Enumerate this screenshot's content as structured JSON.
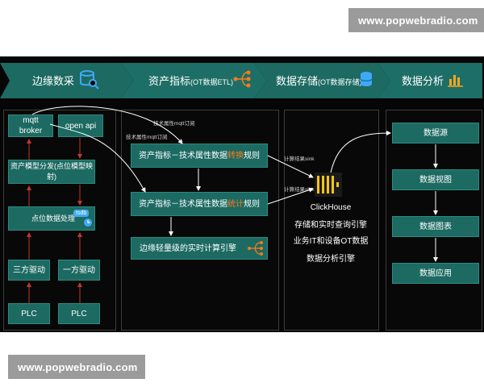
{
  "watermark": "www.popwebradio.com",
  "stages": [
    {
      "label": "边缘数采",
      "sub": "",
      "icon": "database-search-icon"
    },
    {
      "label": "资产指标",
      "sub": "(OT数据ETL)",
      "icon": "flow-nodes-icon"
    },
    {
      "label": "数据存储",
      "sub": "(OT数据存储)",
      "icon": "database-cylinder-icon"
    },
    {
      "label": "数据分析",
      "sub": "",
      "icon": "bar-chart-icon"
    }
  ],
  "edge": {
    "mqtt": "mqtt\nbroker",
    "openapi": "open api",
    "model": "资产模型分发(点位模型映射)",
    "point_pre": "点位数据处理",
    "tsdb_badge": "tsdb",
    "third": "三方驱动",
    "first": "一方驱动",
    "plc1": "PLC",
    "plc2": "PLC"
  },
  "etl": {
    "label_sub1": "技术属性mqtt订阅",
    "label_sub2": "技术属性mqtt订阅",
    "rule1_pre": "资产指标－技术属性数据",
    "rule1_hl": "转换",
    "rule1_post": "规则",
    "rule2_pre": "资产指标－技术属性数据",
    "rule2_hl": "统计",
    "rule2_post": "规则",
    "engine": "边缘轻量级的实时计算引擎",
    "sink1": "计算结果sink",
    "sink2": "计算结果sink"
  },
  "storage": {
    "name": "ClickHouse",
    "line1": "存储和实时查询引擎",
    "line2": "业务IT和设备OT数据",
    "line3": "数据分析引擎"
  },
  "analysis": [
    "数据源",
    "数据视图",
    "数据图表",
    "数据应用"
  ],
  "colors": {
    "box": "#1c6a62",
    "chevron": "#1c6a62",
    "highlight": "#ff7a1a",
    "arrow_red": "#c0392b",
    "background": "#060606"
  }
}
